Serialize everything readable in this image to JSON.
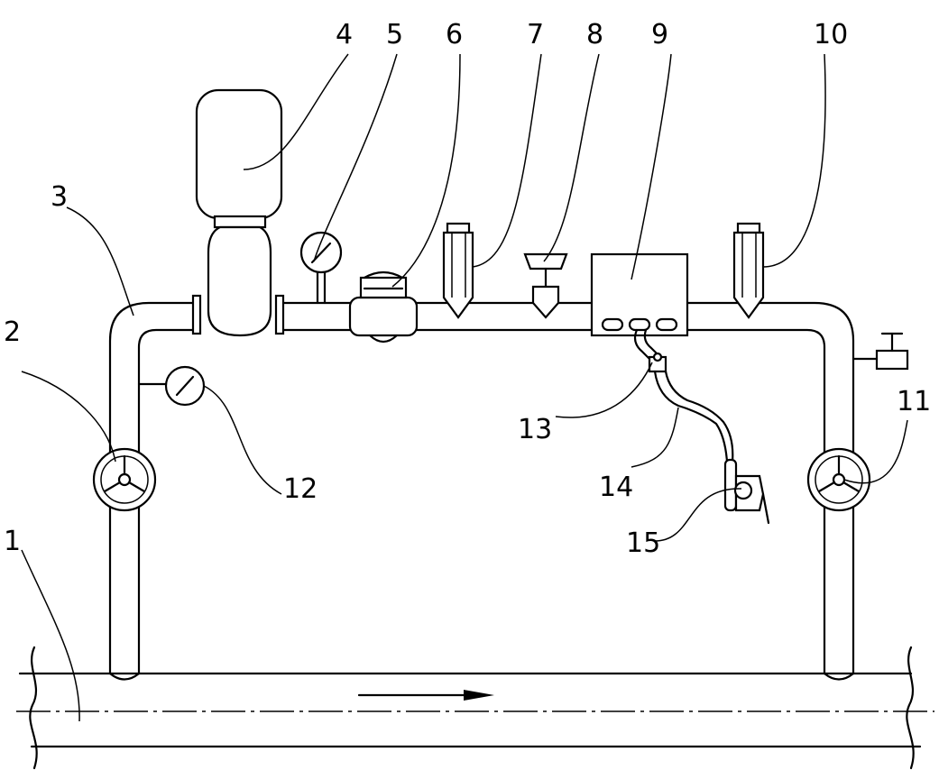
{
  "diagram": {
    "labels": [
      "1",
      "2",
      "3",
      "4",
      "5",
      "6",
      "7",
      "8",
      "9",
      "10",
      "11",
      "12",
      "13",
      "14",
      "15"
    ]
  }
}
